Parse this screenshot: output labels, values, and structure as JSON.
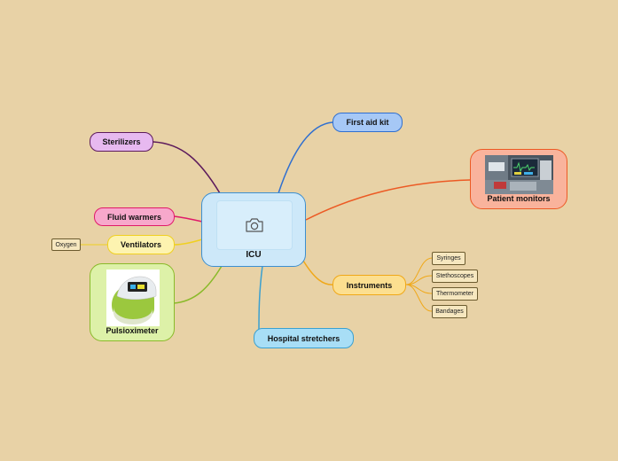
{
  "central": {
    "title": "ICU",
    "icon": "camera-icon"
  },
  "topics": {
    "first_aid_kit": "First aid kit",
    "sterilizers": "Sterilizers",
    "fluid_warmers": "Fluid warmers",
    "ventilators": "Ventilators",
    "pulsioximeter": "Pulsioximeter",
    "hospital_stretchers": "Hospital stretchers",
    "instruments": "Instruments",
    "patient_monitors": "Patient monitors"
  },
  "subtopics": {
    "ventilators": [
      "Oxygen"
    ],
    "instruments": [
      "Syringes",
      "Stethoscopes",
      "Thermometer",
      "Bandages"
    ]
  },
  "colors": {
    "background": "#e8d2a6",
    "first_aid_kit": "#2f6fd0",
    "sterilizers": "#5c1a5c",
    "fluid_warmers": "#e01a6a",
    "ventilators": "#f0d020",
    "pulsioximeter": "#8aba2a",
    "hospital_stretchers": "#3aa0d0",
    "instruments": "#f0a818",
    "patient_monitors": "#ec5a24"
  }
}
